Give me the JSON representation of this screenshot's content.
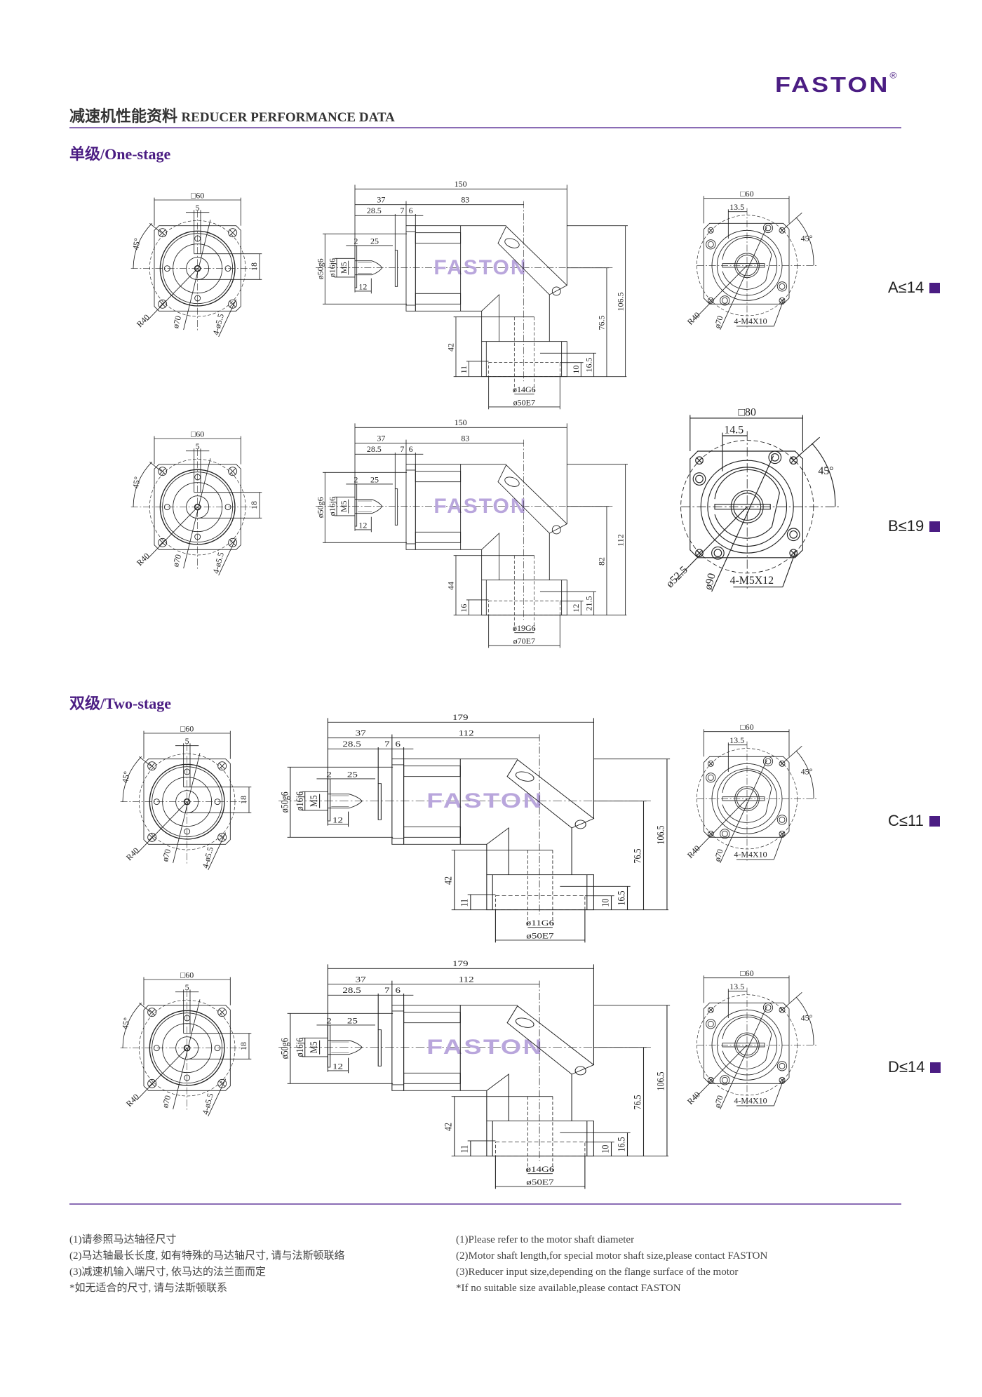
{
  "brand": {
    "logo": "FASTON",
    "registered": "®"
  },
  "header": {
    "title_cn": "减速机性能资料",
    "title_en": "REDUCER PERFORMANCE DATA"
  },
  "sections": [
    {
      "title": "单级/One-stage"
    },
    {
      "title": "双级/Two-stage"
    }
  ],
  "rows": [
    {
      "label": "A≤14",
      "front": {
        "square": "□60",
        "key": "5",
        "angle": "45°",
        "height": "18",
        "radius": "R40",
        "pcd": "ø70",
        "holes": "4-ø5.5"
      },
      "side": {
        "total": "150",
        "l37": "37",
        "l83": "83",
        "l28": "28.5",
        "l7": "7",
        "l6": "6",
        "l2": "2",
        "l25": "25",
        "l12": "12",
        "d50": "ø50g6",
        "d16": "ø16j6",
        "m5": "M5",
        "h1": "106.5",
        "h2": "76.5",
        "h3": "42",
        "h4": "11",
        "h5": "10",
        "h6": "16.5",
        "bore": "ø14G6",
        "pilot": "ø50E7"
      },
      "end": {
        "square": "□60",
        "offset": "13.5",
        "angle": "45°",
        "radius": "R40",
        "pcd": "ø70",
        "holes": "4-M4X10"
      }
    },
    {
      "label": "B≤19",
      "front": {
        "square": "□60",
        "key": "5",
        "angle": "45°",
        "height": "18",
        "radius": "R40",
        "pcd": "ø70",
        "holes": "4-ø5.5"
      },
      "side": {
        "total": "150",
        "l37": "37",
        "l83": "83",
        "l28": "28.5",
        "l7": "7",
        "l6": "6",
        "l2": "2",
        "l25": "25",
        "l12": "12",
        "d50": "ø50g6",
        "d16": "ø16j6",
        "m5": "M5",
        "h1": "112",
        "h2": "82",
        "h3": "44",
        "h4": "16",
        "h5": "12",
        "h6": "21.5",
        "bore": "ø19G6",
        "pilot": "ø70E7"
      },
      "end": {
        "square": "□80",
        "offset": "14.5",
        "angle": "45°",
        "radius": "ø52.5",
        "pcd": "ø90",
        "holes": "4-M5X12"
      }
    },
    {
      "label": "C≤11",
      "front": {
        "square": "□60",
        "key": "5",
        "angle": "45°",
        "height": "18",
        "radius": "R40",
        "pcd": "ø70",
        "holes": "4-ø5.5"
      },
      "side": {
        "total": "179",
        "l37": "37",
        "l83": "112",
        "l28": "28.5",
        "l7": "7",
        "l6": "6",
        "l2": "2",
        "l25": "25",
        "l12": "12",
        "d50": "ø50g6",
        "d16": "ø16j6",
        "m5": "M5",
        "h1": "106.5",
        "h2": "76.5",
        "h3": "42",
        "h4": "11",
        "h5": "10",
        "h6": "16.5",
        "bore": "ø11G6",
        "pilot": "ø50E7"
      },
      "end": {
        "square": "□60",
        "offset": "13.5",
        "angle": "45°",
        "radius": "R40",
        "pcd": "ø70",
        "holes": "4-M4X10"
      }
    },
    {
      "label": "D≤14",
      "front": {
        "square": "□60",
        "key": "5",
        "angle": "45°",
        "height": "18",
        "radius": "R40",
        "pcd": "ø70",
        "holes": "4-ø5.5"
      },
      "side": {
        "total": "179",
        "l37": "37",
        "l83": "112",
        "l28": "28.5",
        "l7": "7",
        "l6": "6",
        "l2": "2",
        "l25": "25",
        "l12": "12",
        "d50": "ø50g6",
        "d16": "ø16j6",
        "m5": "M5",
        "h1": "106.5",
        "h2": "76.5",
        "h3": "42",
        "h4": "11",
        "h5": "10",
        "h6": "16.5",
        "bore": "ø14G6",
        "pilot": "ø50E7"
      },
      "end": {
        "square": "□60",
        "offset": "13.5",
        "angle": "45°",
        "radius": "R40",
        "pcd": "ø70",
        "holes": "4-M4X10"
      }
    }
  ],
  "notes": {
    "cn": [
      "(1)请参照马达轴径尺寸",
      "(2)马达轴最长长度, 如有特殊的马达轴尺寸, 请与法斯顿联络",
      "(3)减速机输入端尺寸, 依马达的法兰面而定",
      "*如无适合的尺寸, 请与法斯顿联系"
    ],
    "en": [
      "(1)Please refer to the motor shaft diameter",
      "(2)Motor shaft length,for special motor shaft size,please contact FASTON",
      "(3)Reducer input size,depending on the flange surface of the motor",
      "*If no suitable size available,please contact FASTON"
    ]
  },
  "colors": {
    "accent": "#4b1d83",
    "rule": "#8a6cb5",
    "watermark": "#b9a6dc"
  }
}
